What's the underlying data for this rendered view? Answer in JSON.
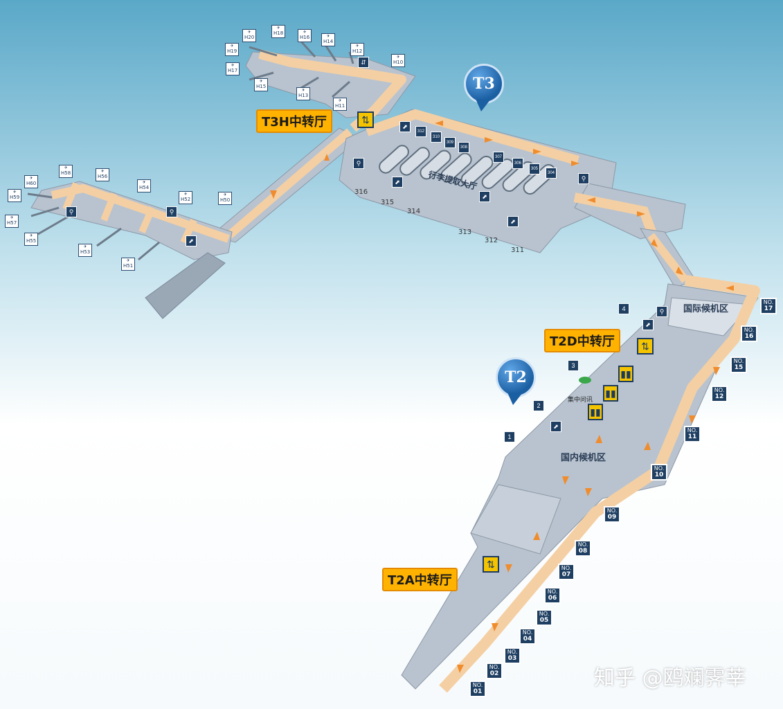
{
  "colors": {
    "sky_top": "#5aa8c8",
    "sky_bottom": "#ffffff",
    "floor": "#b8c3cf",
    "corridor": "#f4cfa3",
    "arrow": "#f08c2c",
    "tag": "#ffb300",
    "gate_box": "#1f3f62"
  },
  "terminals": {
    "t3": "T3",
    "t2": "T2"
  },
  "transfer_halls": {
    "t3h": "T3H中转厅",
    "t2d": "T2D中转厅",
    "t2a": "T2A中转厅"
  },
  "areas": {
    "baggage_hall": "行李提取大厅",
    "international": "国际候机区",
    "domestic": "国内候机区",
    "meeting_point": "集中问讯"
  },
  "t3_counters": [
    "316",
    "315",
    "314",
    "313",
    "312",
    "311"
  ],
  "t3_claims": [
    "312",
    "310",
    "309",
    "308",
    "307",
    "306",
    "305",
    "304"
  ],
  "t3h_gates": [
    "H20",
    "H18",
    "H16",
    "H14",
    "H12",
    "H10",
    "H19",
    "H17",
    "H15",
    "H13",
    "H11"
  ],
  "h_gates": [
    "H58",
    "H56",
    "H54",
    "H60",
    "H59",
    "H57",
    "H55",
    "H52",
    "H50",
    "H53",
    "H51"
  ],
  "t2_gates": [
    "17",
    "16",
    "15",
    "12",
    "11",
    "10",
    "09",
    "08",
    "07",
    "06",
    "05",
    "04",
    "03",
    "02",
    "01"
  ],
  "t2_numbers": [
    "4",
    "3",
    "2",
    "1"
  ],
  "gate_prefix": "NO.",
  "icons": [
    "escalator-icon",
    "elevator-icon",
    "restroom-icon",
    "arrival-plane-icon",
    "departure-plane-icon"
  ],
  "watermark": "知乎 @鸥斓霁莘"
}
